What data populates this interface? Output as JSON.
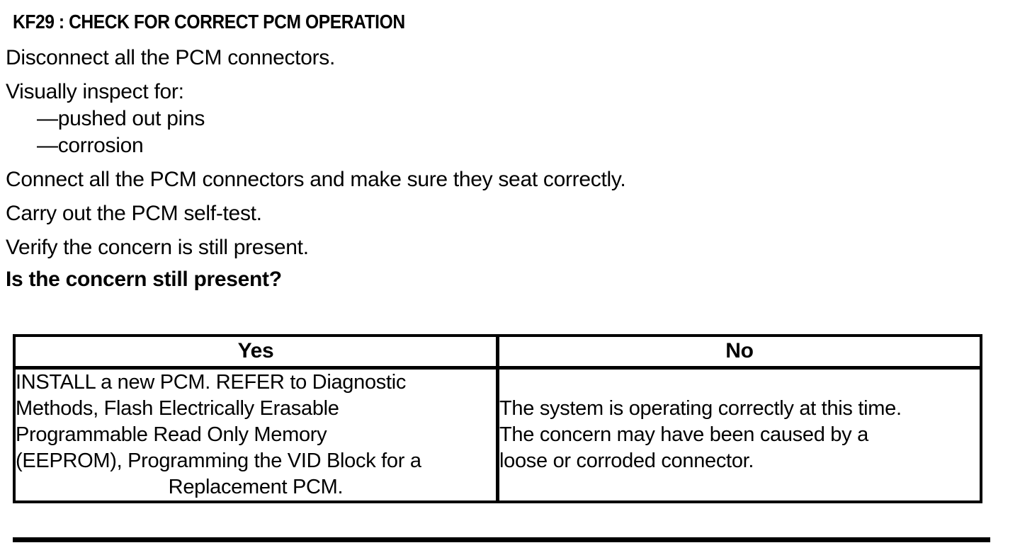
{
  "colors": {
    "background": "#ffffff",
    "text": "#000000",
    "table_border": "#000000"
  },
  "procedure": {
    "title": "KF29 : CHECK FOR CORRECT PCM OPERATION",
    "para_disconnect": "Disconnect all the PCM connectors.",
    "para_inspect": "Visually inspect for:",
    "inspect_items": [
      "—pushed out pins",
      "—corrosion"
    ],
    "para_connect": "Connect all the PCM connectors and make sure they seat correctly.",
    "para_selftest": "Carry out the PCM self-test.",
    "para_verify": "Verify the concern is still present.",
    "question": "Is the concern still present?"
  },
  "results_table": {
    "yes_header": "Yes",
    "no_header": "No",
    "yes_lines": [
      "INSTALL a new PCM. REFER to Diagnostic",
      "Methods, Flash Electrically Erasable",
      "Programmable Read Only Memory",
      "(EEPROM), Programming the VID Block for a",
      "Replacement PCM."
    ],
    "no_lines": [
      "The system is operating correctly at this time.",
      "The concern may have been caused by a",
      "loose or corroded connector."
    ]
  }
}
